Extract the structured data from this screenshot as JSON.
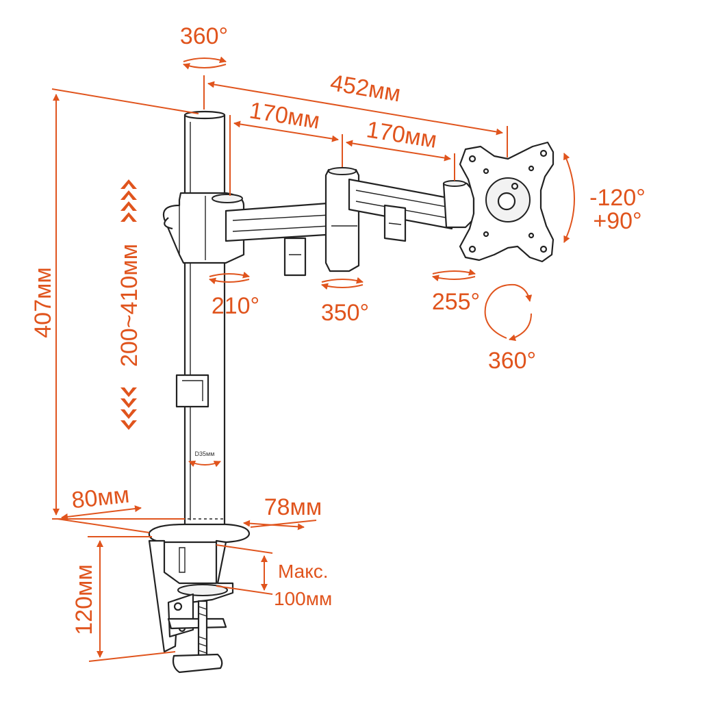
{
  "colors": {
    "accent": "#e0541d",
    "outline": "#222222"
  },
  "labels": {
    "pole_rotation": "360°",
    "total_reach": "452мм",
    "arm1_length": "170мм",
    "arm2_length": "170мм",
    "tilt_top": "-120°",
    "tilt_bottom": "+90°",
    "height_adjust": "200~410мм",
    "total_height": "407мм",
    "swivel_joint1": "210°",
    "swivel_joint2": "350°",
    "swivel_joint3": "255°",
    "rotation_head": "360°",
    "pole_diameter": "D35мм",
    "base_front": "80мм",
    "base_back": "78мм",
    "clamp_height": "120мм",
    "max_desk_line1": "Макс.",
    "max_desk_line2": "100мм"
  }
}
